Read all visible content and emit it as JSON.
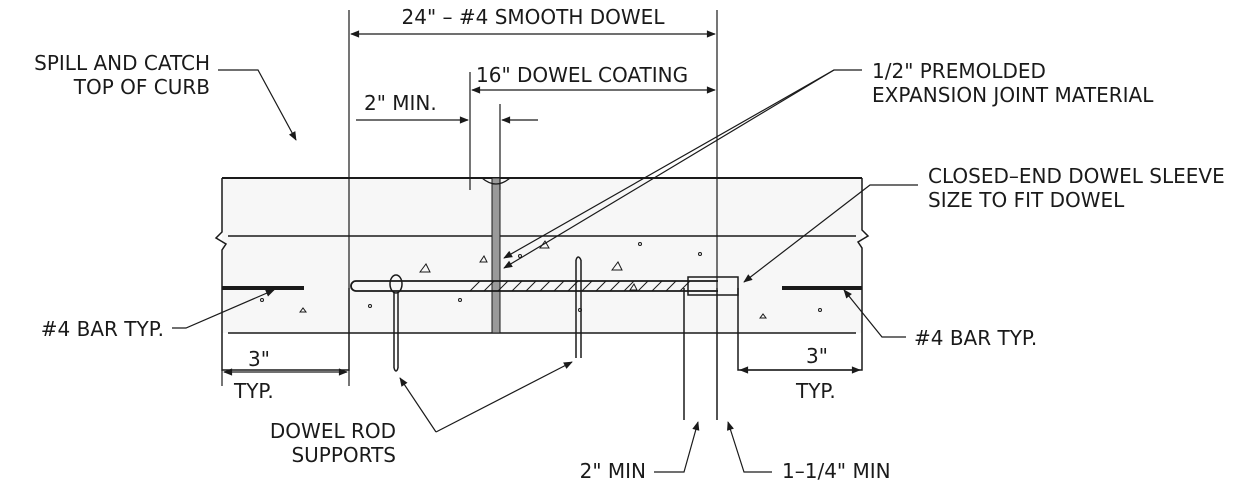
{
  "colors": {
    "ink": "#1a1a1a",
    "concrete_fill": "#f7f7f7",
    "paper": "#ffffff"
  },
  "labels": {
    "dowel_length": "24\" – #4 SMOOTH DOWEL",
    "dowel_coating": "16\" DOWEL COATING",
    "min_2_top": "2\" MIN.",
    "spill_catch_line1": "SPILL AND CATCH",
    "spill_catch_line2": "TOP OF CURB",
    "expansion_line1": "1/2\" PREMOLDED",
    "expansion_line2": "EXPANSION JOINT MATERIAL",
    "sleeve_line1": "CLOSED–END DOWEL SLEEVE",
    "sleeve_line2": "SIZE TO FIT DOWEL",
    "bar_left": "#4 BAR TYP.",
    "bar_right": "#4 BAR TYP.",
    "dim_3_left": "3\"",
    "typ_left": "TYP.",
    "dim_3_right": "3\"",
    "typ_right": "TYP.",
    "supports_line1": "DOWEL ROD",
    "supports_line2": "SUPPORTS",
    "min_2_bottom": "2\" MIN",
    "min_114": "1–1/4\" MIN"
  }
}
